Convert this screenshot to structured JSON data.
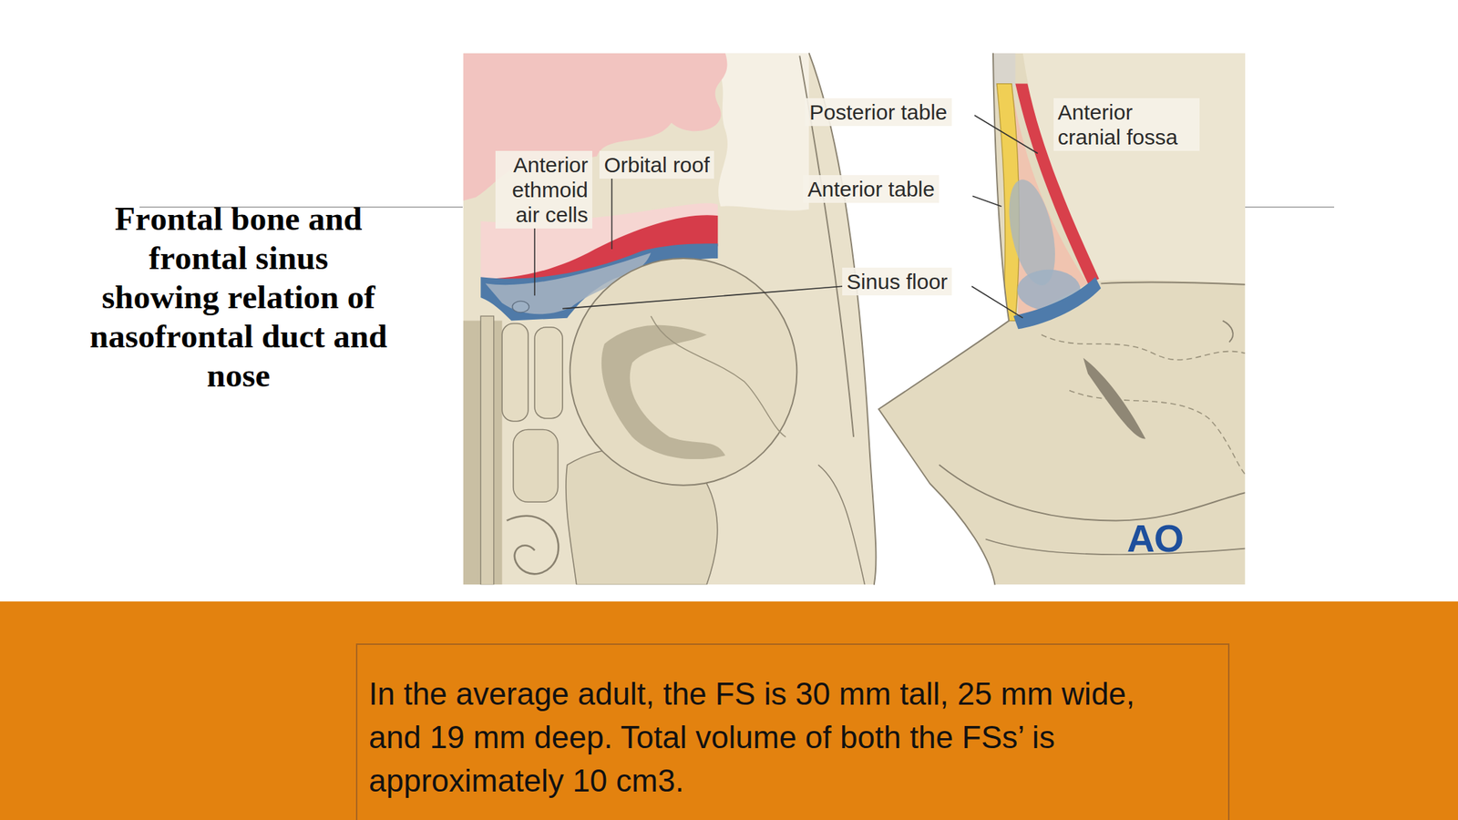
{
  "diagram": {
    "title": "Frontal bone and frontal sinus showing relation of nasofrontal duct and nose",
    "nodes": [
      {
        "text": [
          "In the average adult, the FS is 30 mm tall, 25 mm wide, and 19 mm deep. Total volume of both the FSs’ is approximately 10 cm3."
        ]
      }
    ],
    "labels": [
      "Anterior ethmoid air cells",
      "Orbital roof",
      "Posterior table",
      "Anterior table",
      "Sinus floor",
      "Anterior cranial fossa",
      "AO"
    ]
  }
}
